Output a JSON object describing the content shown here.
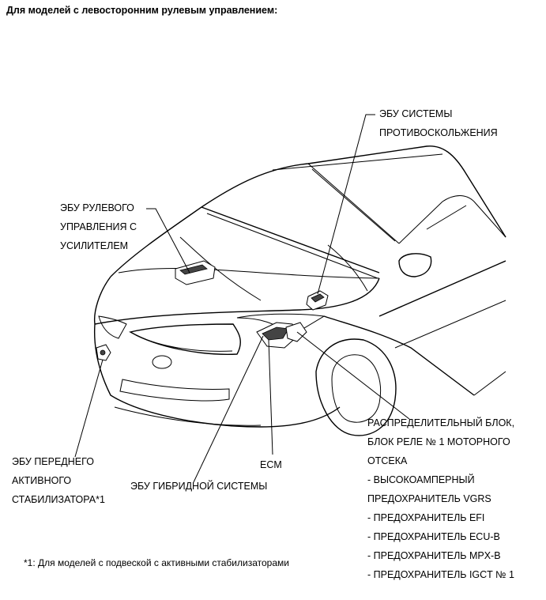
{
  "heading": "Для моделей с левосторонним рулевым управлением:",
  "labels": {
    "abs_ecu": [
      "ЭБУ СИСТЕМЫ",
      "ПРОТИВОСКОЛЬЖЕНИЯ"
    ],
    "eps_ecu": [
      "ЭБУ РУЛЕВОГО",
      "УПРАВЛЕНИЯ С",
      "УСИЛИТЕЛЕМ"
    ],
    "front_stabilizer_ecu": [
      "ЭБУ ПЕРЕДНЕГО",
      "АКТИВНОГО",
      "СТАБИЛИЗАТОРА*1"
    ],
    "hybrid_ecu": "ЭБУ ГИБРИДНОЙ СИСТЕМЫ",
    "ecm": "ECM",
    "junction_block": [
      "РАСПРЕДЕЛИТЕЛЬНЫЙ БЛОК,",
      "БЛОК РЕЛЕ № 1 МОТОРНОГО",
      "ОТСЕКА",
      "- ВЫСОКОАМПЕРНЫЙ",
      "ПРЕДОХРАНИТЕЛЬ VGRS",
      "- ПРЕДОХРАНИТЕЛЬ EFI",
      "- ПРЕДОХРАНИТЕЛЬ ECU-B",
      "- ПРЕДОХРАНИТЕЛЬ MPX-B",
      "- ПРЕДОХРАНИТЕЛЬ IGCT № 1"
    ]
  },
  "footnote": "*1: Для моделей с подвеской с активными стабилизаторами"
}
